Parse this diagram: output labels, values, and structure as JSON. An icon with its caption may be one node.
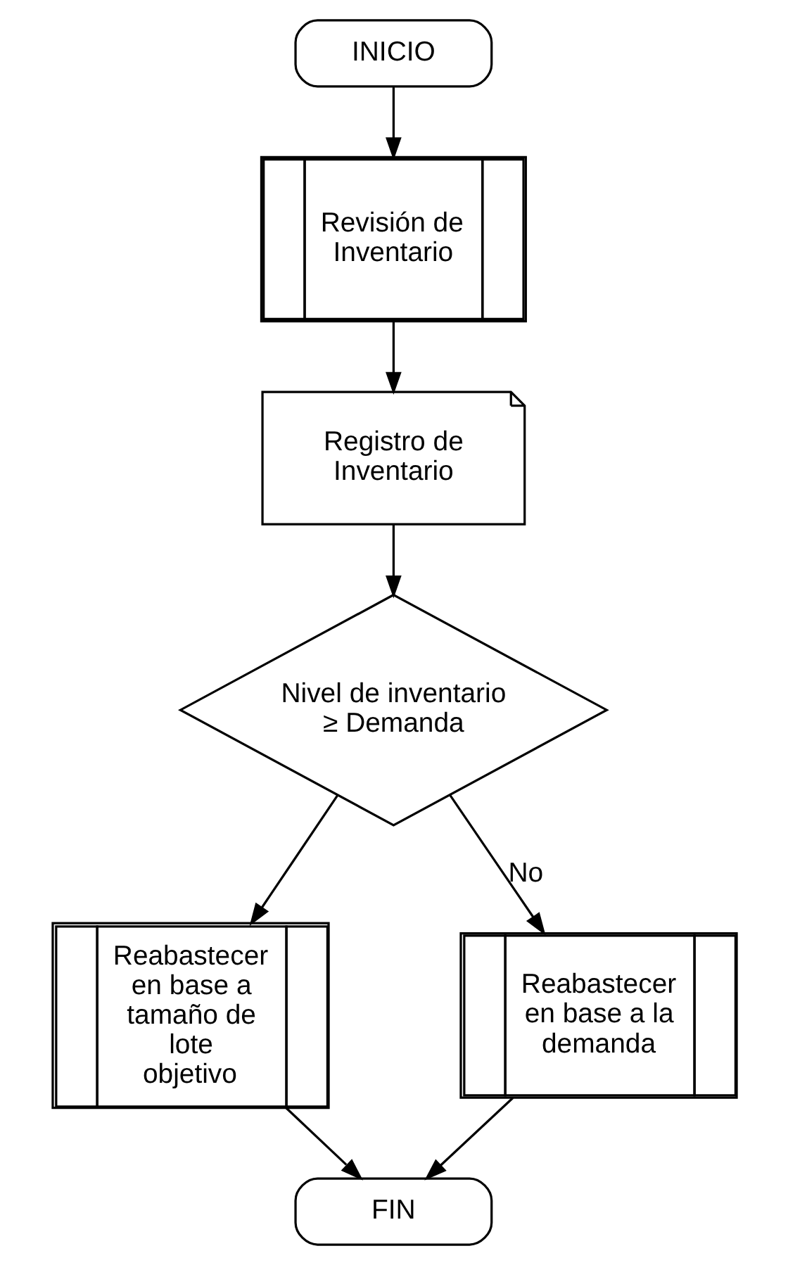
{
  "diagram": {
    "nodes": [
      {
        "text": [
          "INICIO"
        ]
      },
      {
        "text": [
          "Revisión de Inventario"
        ]
      },
      {
        "text": [
          "Registro de Inventario"
        ]
      },
      {
        "text": [
          "Nivel de inventario ≥ Demanda"
        ]
      },
      {
        "text": [
          "Reabastecer en base a tamaño de lote objetivo"
        ]
      },
      {
        "text": [
          "Reabastecer en base a la demanda"
        ]
      },
      {
        "text": [
          "FIN"
        ]
      }
    ],
    "edges": [
      {
        "from": 0,
        "to": 1,
        "arrow": "to"
      },
      {
        "from": 1,
        "to": 2,
        "arrow": "to"
      },
      {
        "from": 2,
        "to": 3,
        "arrow": "to"
      },
      {
        "from": 3,
        "to": 4,
        "arrow": "to"
      },
      {
        "from": 3,
        "to": 5,
        "arrow": "to",
        "label": "No"
      },
      {
        "from": 4,
        "to": 6,
        "arrow": "to"
      },
      {
        "from": 5,
        "to": 6,
        "arrow": "to"
      }
    ]
  }
}
